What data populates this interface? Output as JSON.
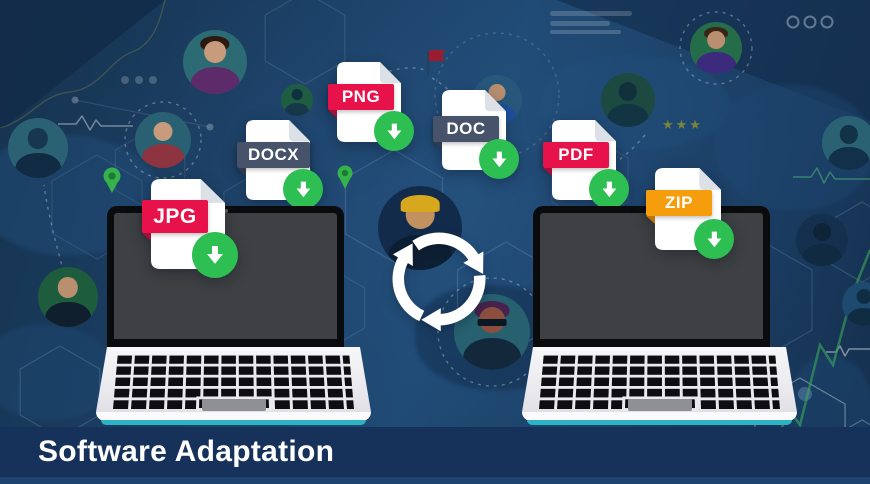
{
  "banner": {
    "title": "Software Adaptation",
    "background": "#16325a"
  },
  "files": [
    {
      "label": "JPG",
      "band_color": "#e8124a",
      "fold_color": "#a30f39"
    },
    {
      "label": "DOCX",
      "band_color": "#46536a",
      "fold_color": "#2e3a4c"
    },
    {
      "label": "PNG",
      "band_color": "#e8124a",
      "fold_color": "#a30f39"
    },
    {
      "label": "DOC",
      "band_color": "#46536a",
      "fold_color": "#2e3a4c"
    },
    {
      "label": "PDF",
      "band_color": "#e8124a",
      "fold_color": "#a30f39"
    },
    {
      "label": "ZIP",
      "band_color": "#f59d0d",
      "fold_color": "#b97606"
    }
  ],
  "badges": {
    "download_color": "#2ebf53",
    "arrow_color": "#ffffff"
  },
  "scene": {
    "sync_color": "#ffffff",
    "laptop_accent": "#2db3c4",
    "page_color": "#ffffff",
    "page_fold_color": "#dce1e8",
    "pin_color": "#36b24c",
    "flag_color": "#9c1b2e",
    "stars": "★★★",
    "background_base": "#1b3e63"
  },
  "icons": {
    "download-arrow-icon": "⬇",
    "sync-arrows-icon": "🔄",
    "map-pin-icon": "📍",
    "flag-icon": "⚑",
    "person-avatar": "👤",
    "star-icon": "★"
  }
}
